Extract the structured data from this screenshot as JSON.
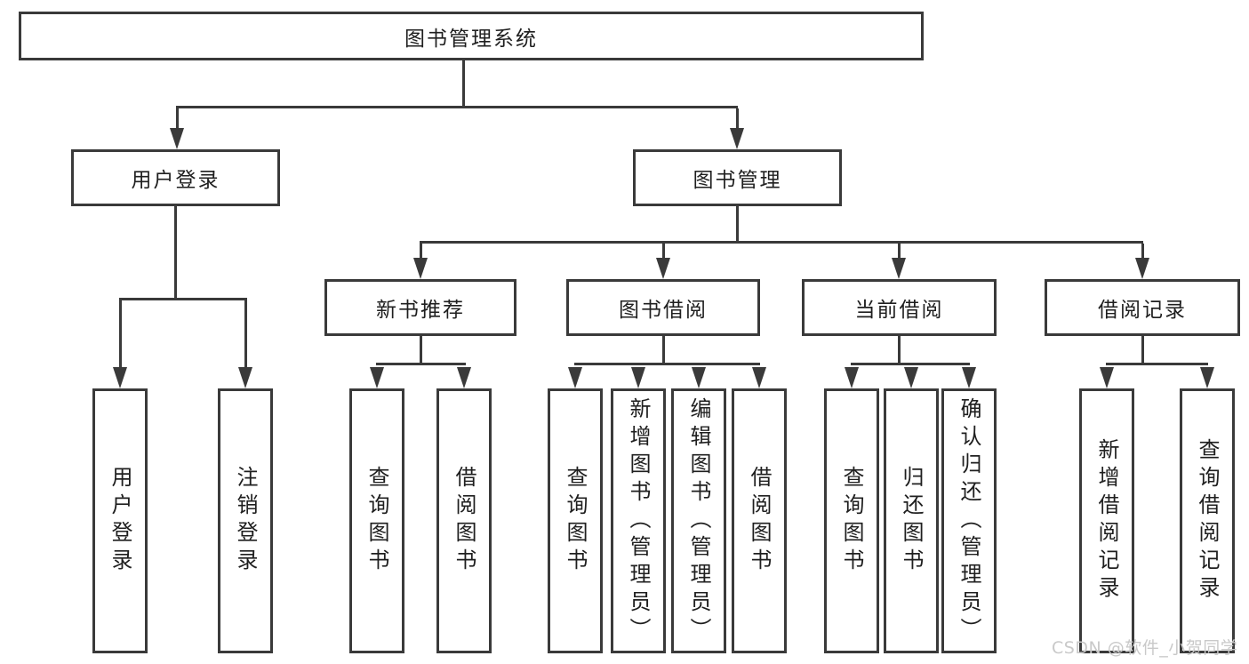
{
  "diagram": {
    "root": {
      "label": "图书管理系统"
    },
    "branches": [
      {
        "label": "用户登录",
        "children": [
          {
            "label": "用户登录"
          },
          {
            "label": "注销登录"
          }
        ]
      },
      {
        "label": "图书管理",
        "children": [
          {
            "label": "新书推荐",
            "children": [
              {
                "label": "查询图书"
              },
              {
                "label": "借阅图书"
              }
            ]
          },
          {
            "label": "图书借阅",
            "children": [
              {
                "label": "查询图书"
              },
              {
                "label": "新增图书（管理员）"
              },
              {
                "label": "编辑图书（管理员）"
              },
              {
                "label": "借阅图书"
              }
            ]
          },
          {
            "label": "当前借阅",
            "children": [
              {
                "label": "查询图书"
              },
              {
                "label": "归还图书"
              },
              {
                "label": "确认归还（管理员）"
              }
            ]
          },
          {
            "label": "借阅记录",
            "children": [
              {
                "label": "新增借阅记录"
              },
              {
                "label": "查询借阅记录"
              }
            ]
          }
        ]
      }
    ]
  },
  "watermark": {
    "text": "CSDN @软件_小贺同学"
  },
  "colors": {
    "line": "#3a3a3a",
    "text": "#1f1f1f",
    "background": "#ffffff",
    "watermark": "#c9c9c9"
  }
}
